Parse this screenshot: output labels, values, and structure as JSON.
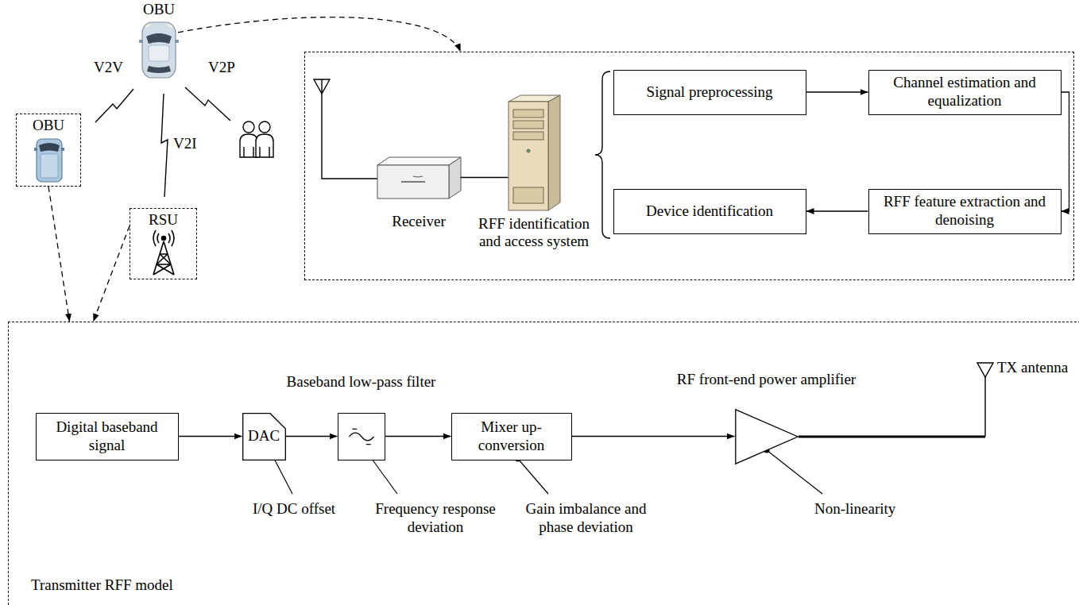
{
  "diagram": {
    "nodes": [
      {
        "text": [
          "OBU"
        ]
      },
      {
        "text": [
          "OBU"
        ]
      },
      {
        "text": [
          "RSU"
        ]
      },
      {
        "text": []
      },
      {
        "text": [
          "Receiver"
        ],
        "in": 3
      },
      {
        "text": [
          "RFF identification and access system"
        ],
        "in": 3
      },
      {
        "text": [
          "Signal preprocessing"
        ],
        "in": 3
      },
      {
        "text": [
          "Channel estimation and equalization"
        ],
        "in": 3
      },
      {
        "text": [
          "Device identification"
        ],
        "in": 3
      },
      {
        "text": [
          "RFF feature extraction and denoising"
        ],
        "in": 3
      },
      {
        "text": [
          "Transmitter RFF model"
        ]
      },
      {
        "text": [
          "Digital baseband signal"
        ],
        "in": 10
      },
      {
        "text": [
          "DAC"
        ],
        "in": 10
      },
      {
        "text": [
          "Baseband low-pass filter"
        ],
        "in": 10
      },
      {
        "text": [
          "Mixer up-conversion"
        ],
        "in": 10
      },
      {
        "text": [
          "RF front-end power amplifier"
        ],
        "in": 10
      }
    ],
    "edges": [
      {
        "from": 0,
        "to": 3,
        "arrow": "to"
      },
      {
        "from": 1,
        "to": 10,
        "arrow": "to"
      },
      {
        "from": 2,
        "to": 10,
        "arrow": "to"
      },
      {
        "from": 4,
        "to": 5,
        "arrow": "none"
      },
      {
        "from": 6,
        "to": 7,
        "arrow": "to"
      },
      {
        "from": 7,
        "to": 9,
        "arrow": "to"
      },
      {
        "from": 9,
        "to": 8,
        "arrow": "to"
      },
      {
        "from": 11,
        "to": 12,
        "arrow": "to"
      },
      {
        "from": 12,
        "to": 13,
        "arrow": "to"
      },
      {
        "from": 13,
        "to": 14,
        "arrow": "to"
      },
      {
        "from": 14,
        "to": 15,
        "arrow": "to"
      }
    ],
    "labels": [
      "V2V",
      "V2I",
      "V2P",
      "TX antenna",
      "I/Q DC offset",
      "Frequency response deviation",
      "Gain imbalance and phase deviation",
      "Non-linearity"
    ]
  }
}
